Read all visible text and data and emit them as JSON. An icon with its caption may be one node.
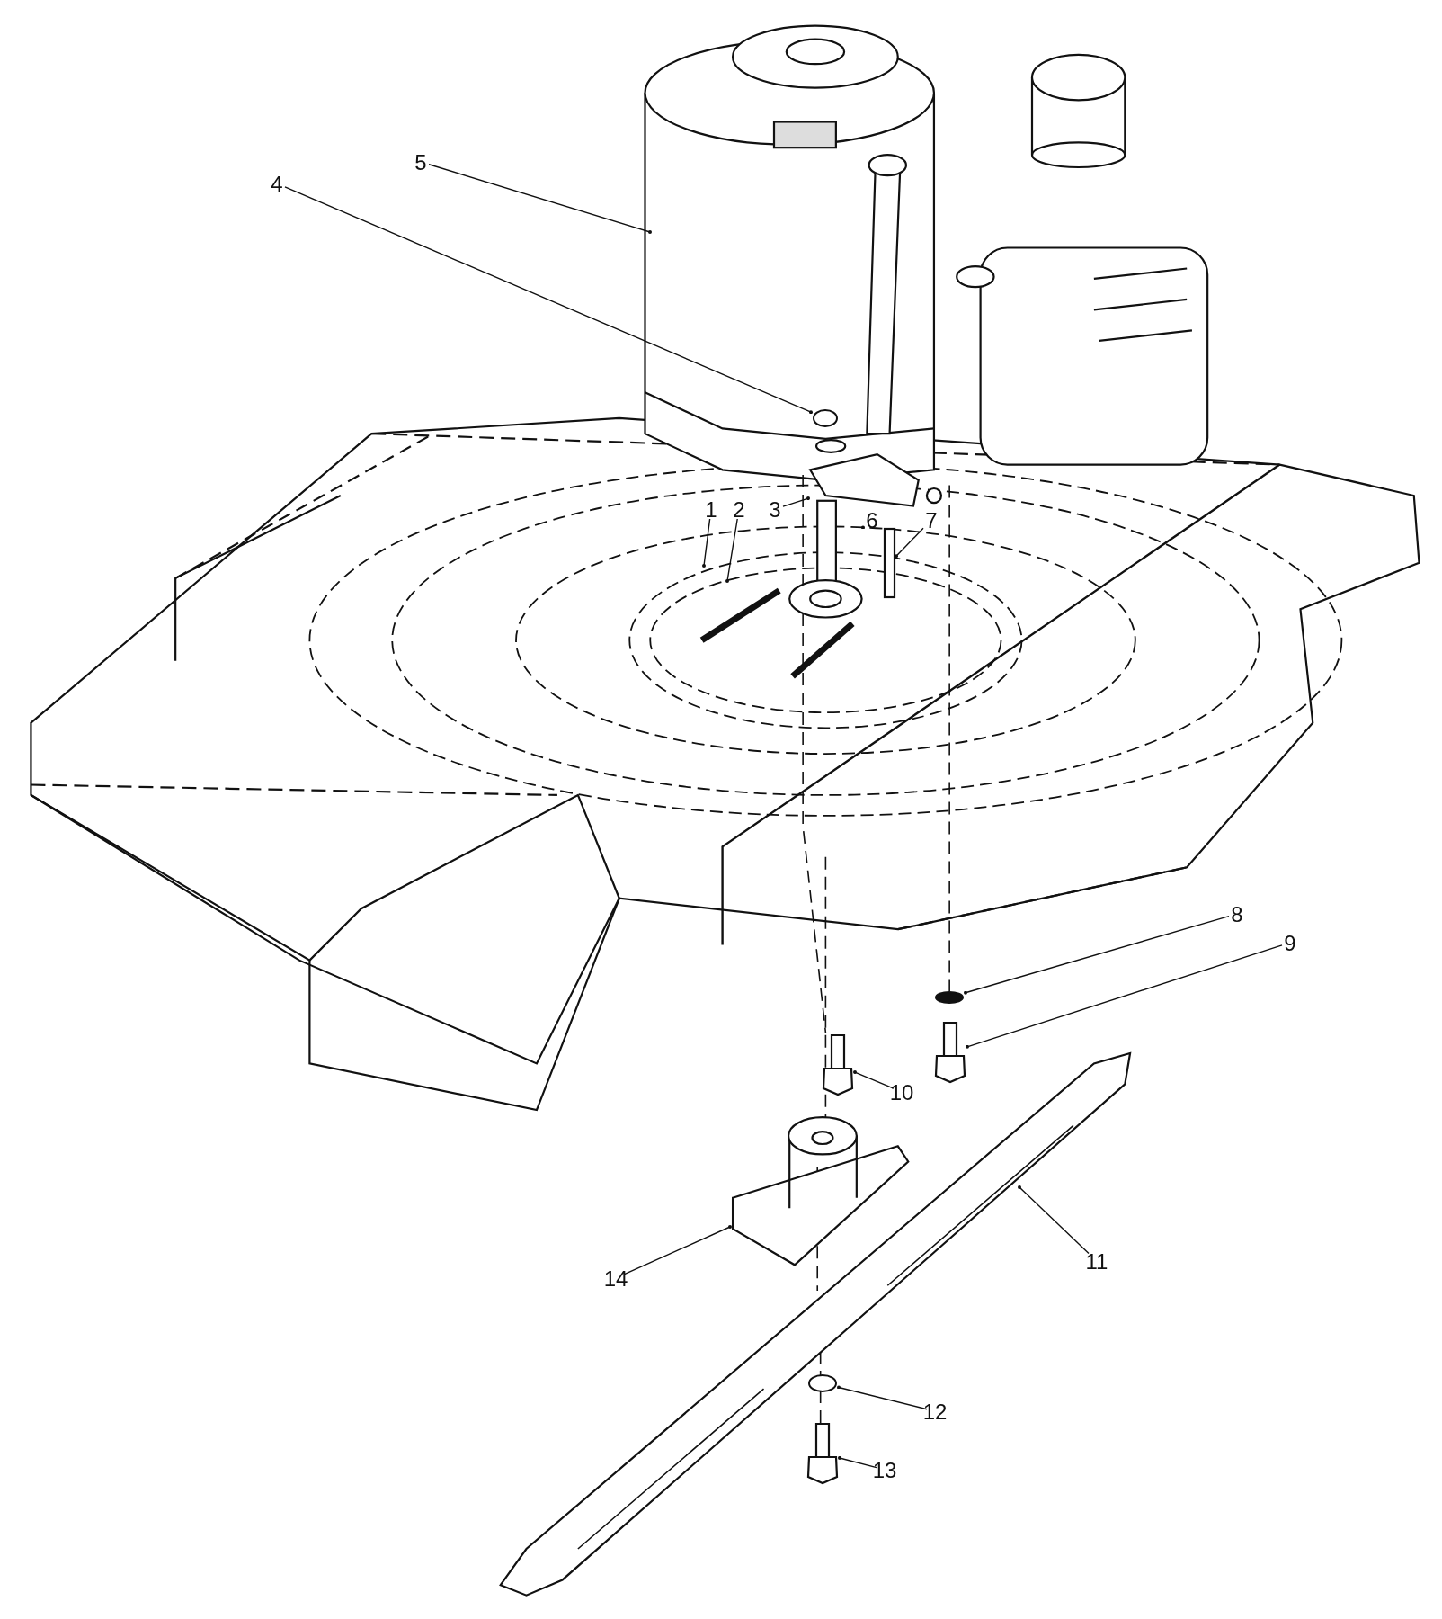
{
  "diagram": {
    "nodes": [
      {
        "text": [
          "5"
        ]
      },
      {
        "text": [
          "4"
        ]
      },
      {
        "text": [
          "1"
        ]
      },
      {
        "text": [
          "2"
        ]
      },
      {
        "text": [
          "3"
        ]
      },
      {
        "text": [
          "6"
        ]
      },
      {
        "text": [
          "7"
        ]
      },
      {
        "text": [
          "8"
        ]
      },
      {
        "text": [
          "9"
        ]
      },
      {
        "text": [
          "10"
        ]
      },
      {
        "text": [
          "11"
        ]
      },
      {
        "text": [
          "14"
        ]
      },
      {
        "text": [
          "12"
        ]
      },
      {
        "text": [
          "13"
        ]
      },
      {
        "text": [],
        "shape": "bar"
      },
      {
        "text": [],
        "shape": "picture"
      },
      {
        "text": [],
        "shape": "circle"
      },
      {
        "text": [],
        "shape": "picture"
      },
      {
        "text": [],
        "shape": "picture"
      },
      {
        "text": [],
        "shape": "circle"
      },
      {
        "text": [],
        "shape": "picture"
      },
      {
        "text": [],
        "shape": "picture"
      },
      {
        "text": [],
        "shape": "circle"
      }
    ],
    "edges": [
      {
        "from": 0,
        "to": null,
        "arrow": "other"
      },
      {
        "from": 1,
        "to": 22,
        "arrow": "other"
      },
      {
        "from": 2,
        "to": null,
        "arrow": "other"
      },
      {
        "from": 3,
        "to": null,
        "arrow": "other"
      },
      {
        "from": 4,
        "to": 20,
        "arrow": "other"
      },
      {
        "from": 5,
        "to": 21,
        "arrow": "other"
      },
      {
        "from": 6,
        "to": 14,
        "arrow": "other"
      },
      {
        "from": 7,
        "to": 16,
        "arrow": "other"
      },
      {
        "from": 8,
        "to": 15,
        "arrow": "other"
      },
      {
        "from": 9,
        "to": 17,
        "arrow": "other"
      },
      {
        "from": 10,
        "to": null,
        "arrow": "other"
      },
      {
        "from": 11,
        "to": null,
        "arrow": "other"
      },
      {
        "from": 12,
        "to": 19,
        "arrow": "other"
      },
      {
        "from": 13,
        "to": 18,
        "arrow": "other"
      }
    ]
  }
}
